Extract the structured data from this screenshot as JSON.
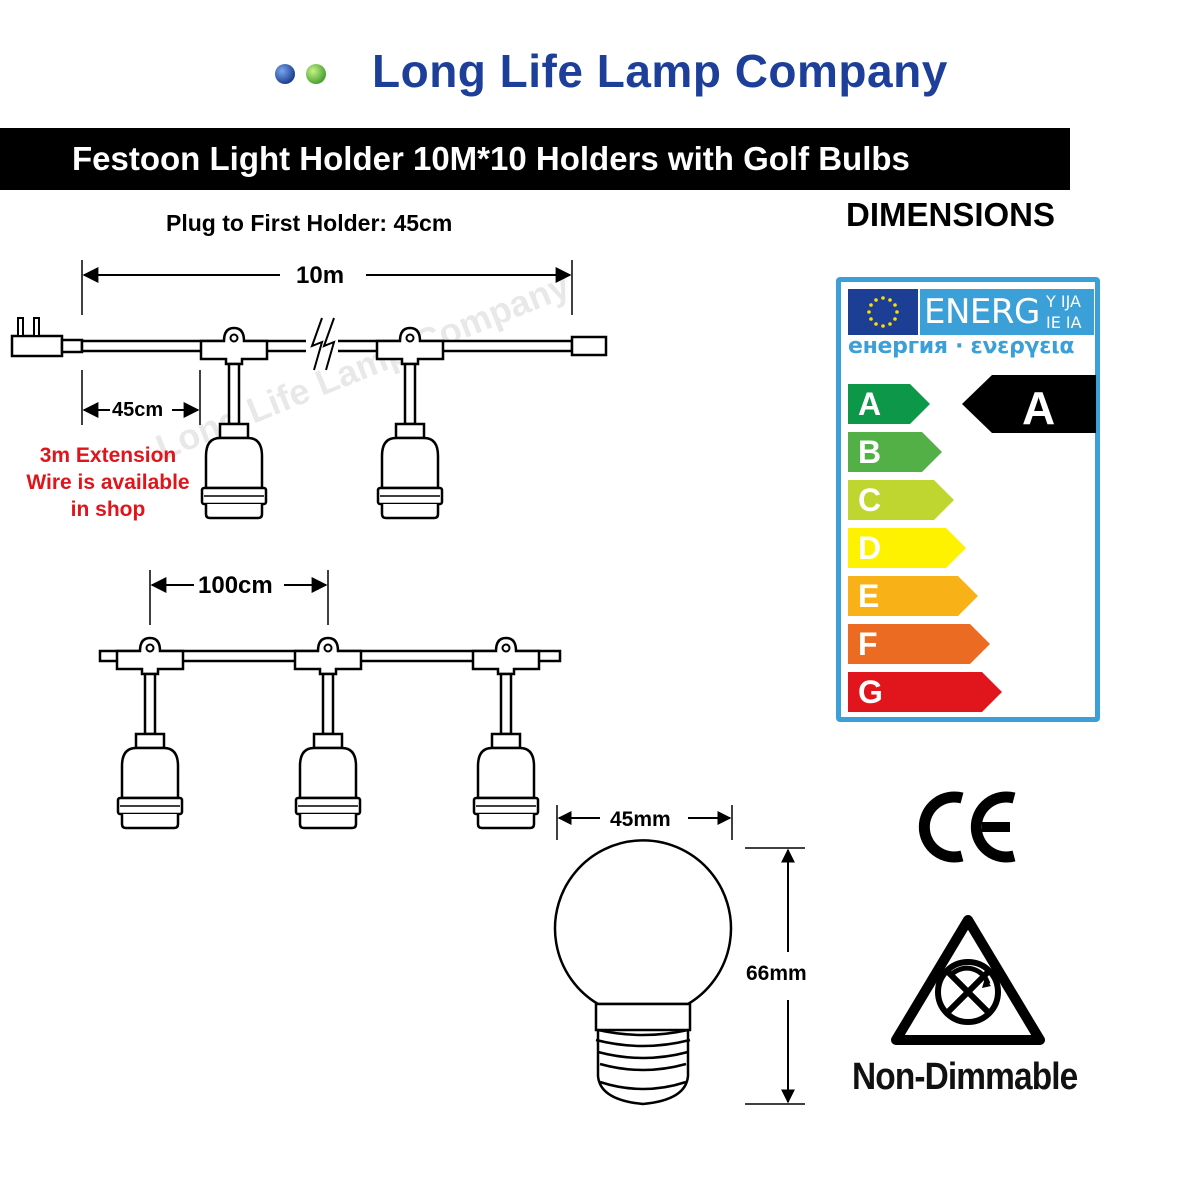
{
  "brand": {
    "name": "Long Life Lamp Company",
    "logo_colors": {
      "blue": "#1d3f9a",
      "green": "#6cc24a"
    }
  },
  "product": {
    "title": "Festoon Light Holder 10M*10 Holders with Golf Bulbs",
    "section_label": "DIMENSIONS"
  },
  "dimensions": {
    "plug_to_first_holder": "Plug to First Holder: 45cm",
    "total_length": "10m",
    "first_holder_offset": "45cm",
    "holder_spacing": "100cm",
    "bulb_diameter": "45mm",
    "bulb_height": "66mm"
  },
  "notes": {
    "extension": [
      "3m Extension",
      "Wire is available",
      "in shop"
    ]
  },
  "watermark": "Long Life Lamp Company",
  "energy_label": {
    "header_word": "ENERG",
    "header_suffix_1": "Y IJA",
    "header_suffix_2": "IE IA",
    "words": "енергия · ενεργεια",
    "classes": [
      {
        "letter": "A",
        "color": "#0d9849"
      },
      {
        "letter": "B",
        "color": "#52b047"
      },
      {
        "letter": "C",
        "color": "#bfd630"
      },
      {
        "letter": "D",
        "color": "#fff200"
      },
      {
        "letter": "E",
        "color": "#f8b217"
      },
      {
        "letter": "F",
        "color": "#ec6b23"
      },
      {
        "letter": "G",
        "color": "#e1161c"
      }
    ],
    "rating": "A",
    "frame_color": "#3ba0d8"
  },
  "certifications": {
    "ce_icon": "ce-mark-icon",
    "dimmable_icon": "non-dimmable-icon",
    "dimmable_text": "Non-Dimmable"
  }
}
